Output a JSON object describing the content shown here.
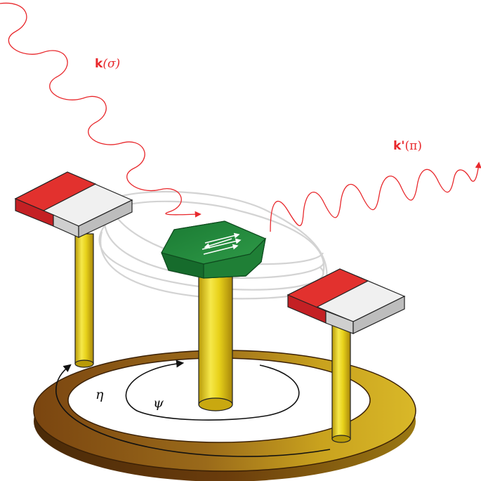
{
  "labels": {
    "incident_k": "k",
    "incident_pol": "(σ)",
    "scattered_k": "k'",
    "scattered_pol": "(π)",
    "eta": "η",
    "psi": "ψ"
  },
  "colors": {
    "beam": "#e8282c",
    "magnet_red": "#e2312e",
    "magnet_white": "#e4e4e4",
    "post_yellow": "#e8d21a",
    "crystal_green": "#1f8a3a",
    "ring_brown": "#8a5010",
    "field_lines": "#cfcfcf"
  }
}
